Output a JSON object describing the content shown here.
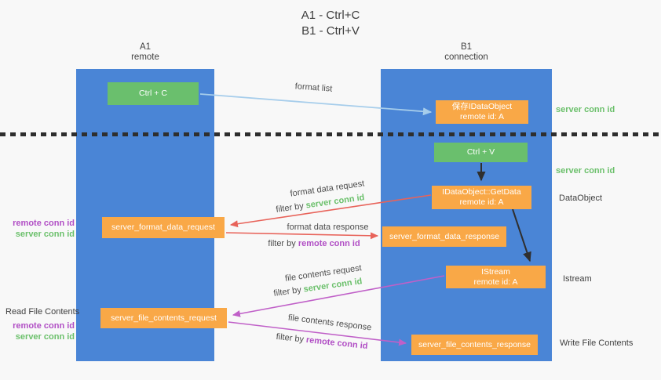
{
  "title": {
    "line1": "A1 - Ctrl+C",
    "line2": "B1 - Ctrl+V"
  },
  "columns": {
    "a1": {
      "name": "A1",
      "subtitle": "remote"
    },
    "b1": {
      "name": "B1",
      "subtitle": "connection"
    }
  },
  "nodes": {
    "ctrl_c": {
      "label": "Ctrl + C"
    },
    "save_idataobject": {
      "line1": "保存IDataObject",
      "line2": "remote id: A"
    },
    "ctrl_v": {
      "label": "Ctrl + V"
    },
    "getdata": {
      "line1": "IDataObject::GetData",
      "line2": "remote id: A"
    },
    "format_request": {
      "label": "server_format_data_request"
    },
    "format_response": {
      "label": "server_format_data_response"
    },
    "istream": {
      "line1": "IStream",
      "line2": "remote id: A"
    },
    "file_request": {
      "label": "server_file_contents_request"
    },
    "file_response": {
      "label": "server_file_contents_response"
    }
  },
  "flow_labels": {
    "format_list": "format list",
    "format_data_request": "format data request",
    "format_data_response": "format data response",
    "file_contents_request": "file contents request",
    "file_contents_response": "file contents response",
    "filter_by": "filter by ",
    "server_conn_id": "server conn id",
    "remote_conn_id": "remote conn id"
  },
  "annotations": {
    "server_conn_id_top": "server conn id",
    "server_conn_id_mid": "server conn id",
    "dataobject": "DataObject",
    "istream": "Istream",
    "write_file_contents": "Write File Contents",
    "read_file_contents": "Read File Contents",
    "remote_conn_id_left_top": "remote conn id",
    "server_conn_id_left_top": "server conn id",
    "remote_conn_id_left_bottom": "remote conn id",
    "server_conn_id_left_bottom": "server conn id"
  },
  "colors": {
    "column_blue": "#4a85d6",
    "node_orange": "#f9a847",
    "node_green": "#6abf6d",
    "text_green": "#6bc06b",
    "text_purple": "#b14fc5",
    "arrow_red": "#e8635a",
    "arrow_magenta": "#c060c8",
    "arrow_blue": "#a6cdeb",
    "arrow_black": "#2f2f2f",
    "background": "#f8f8f8"
  }
}
